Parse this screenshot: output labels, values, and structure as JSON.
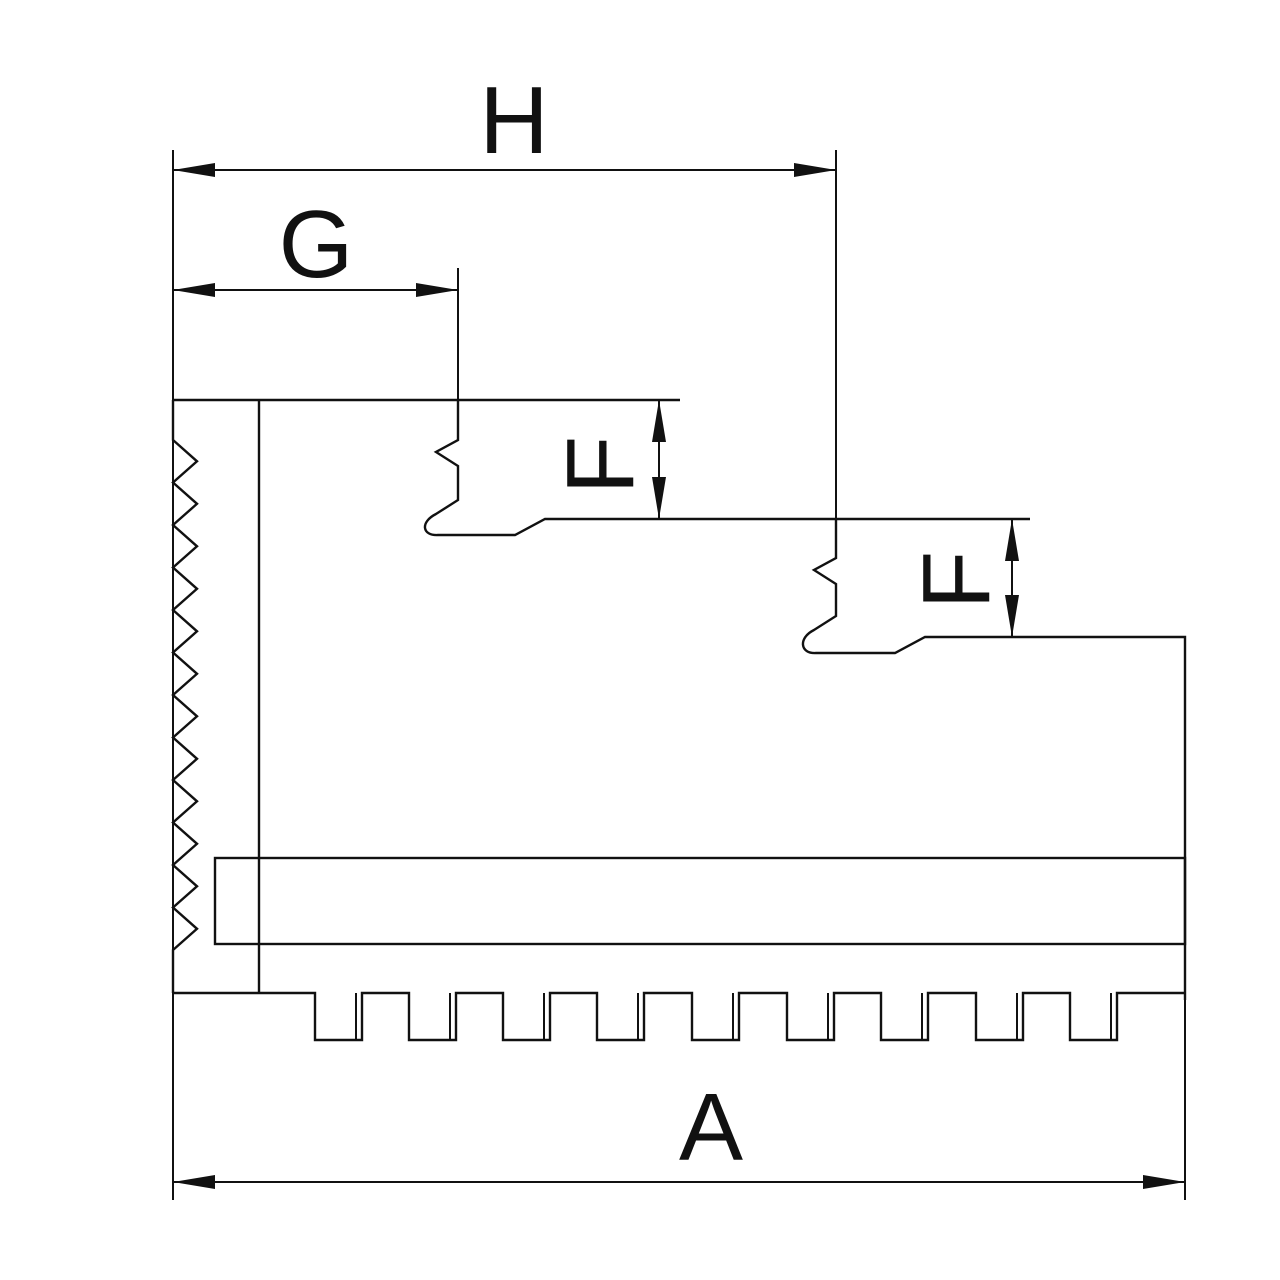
{
  "diagram": {
    "labels": {
      "total_length": "A",
      "step_height_upper": "F",
      "step_height_lower": "F",
      "first_step_width": "G",
      "second_step_width": "H"
    },
    "colors": {
      "line": "#111111",
      "background": "#ffffff"
    }
  }
}
